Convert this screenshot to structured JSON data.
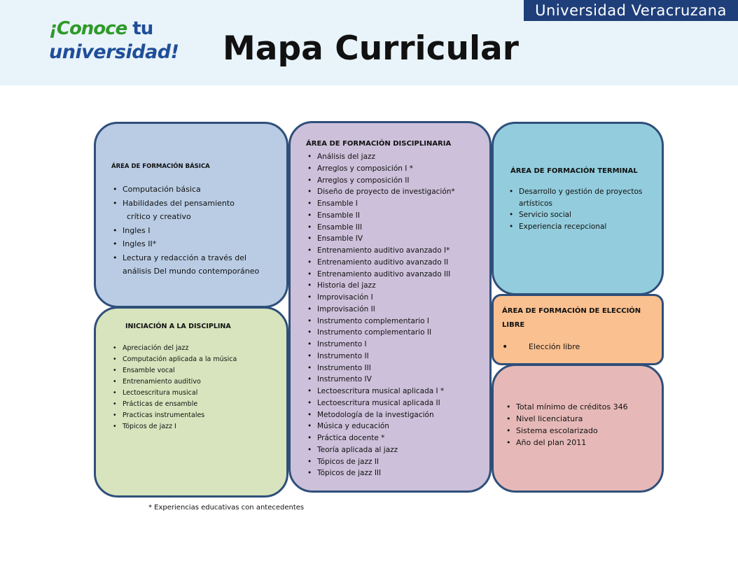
{
  "header": {
    "logo_line1": "¡Conoce",
    "logo_tu": "tu",
    "logo_line2": "universidad!",
    "title": "Mapa Curricular",
    "institution": "Universidad Veracruzana"
  },
  "areas": {
    "basica": {
      "heading": "ÁREA DE FORMACIÓN BÁSICA",
      "items": [
        "Computación básica",
        "Habilidades del pensamiento",
        "Ingles I",
        "Ingles II*",
        "Lectura y redacción a través del"
      ],
      "continuations": {
        "habilidades": "crítico y creativo",
        "lectura": "análisis Del mundo contemporáneo"
      }
    },
    "iniciacion": {
      "heading": "INICIACIÓN A LA DISCIPLINA",
      "items": [
        "Apreciación del jazz",
        "Computación aplicada a la música",
        "Ensamble vocal",
        "Entrenamiento auditivo",
        "Lectoescritura musical",
        "Prácticas de ensamble",
        "Practicas instrumentales",
        "Tópicos de jazz I"
      ]
    },
    "disciplinaria": {
      "heading": "ÁREA DE FORMACIÓN DISCIPLINARIA",
      "items": [
        "Análisis del jazz",
        "Arreglos y composición I *",
        "Arreglos y composición II",
        "Diseño de proyecto de investigación*",
        "Ensamble I",
        "Ensamble II",
        "Ensamble III",
        "Ensamble IV",
        "Entrenamiento auditivo avanzado I*",
        "Entrenamiento auditivo avanzado II",
        "Entrenamiento auditivo avanzado III",
        "Historia del jazz",
        "Improvisación I",
        "Improvisación II",
        "Instrumento complementario I",
        "Instrumento complementario II",
        "Instrumento I",
        "Instrumento II",
        "Instrumento III",
        "Instrumento IV",
        "Lectoescritura musical aplicada I *",
        "Lectoescritura musical aplicada II",
        "Metodología de la investigación",
        "Música y educación",
        "Práctica docente *",
        "Teoría aplicada al jazz",
        "Tópicos de jazz II",
        "Tópicos de jazz III"
      ]
    },
    "terminal": {
      "heading": "ÁREA DE FORMACIÓN TERMINAL",
      "items": [
        "Desarrollo y gestión de proyectos  artísticos",
        "Servicio social",
        "Experiencia recepcional"
      ]
    },
    "libre": {
      "heading": "ÁREA DE FORMACIÓN DE ELECCIÓN LIBRE",
      "items": [
        "Elección libre"
      ]
    },
    "info": {
      "items": [
        "Total mínimo de créditos 346",
        "Nivel licenciatura",
        "Sistema escolarizado",
        "Año del plan 2011"
      ]
    }
  },
  "footnote": "* Experiencias educativas con antecedentes"
}
